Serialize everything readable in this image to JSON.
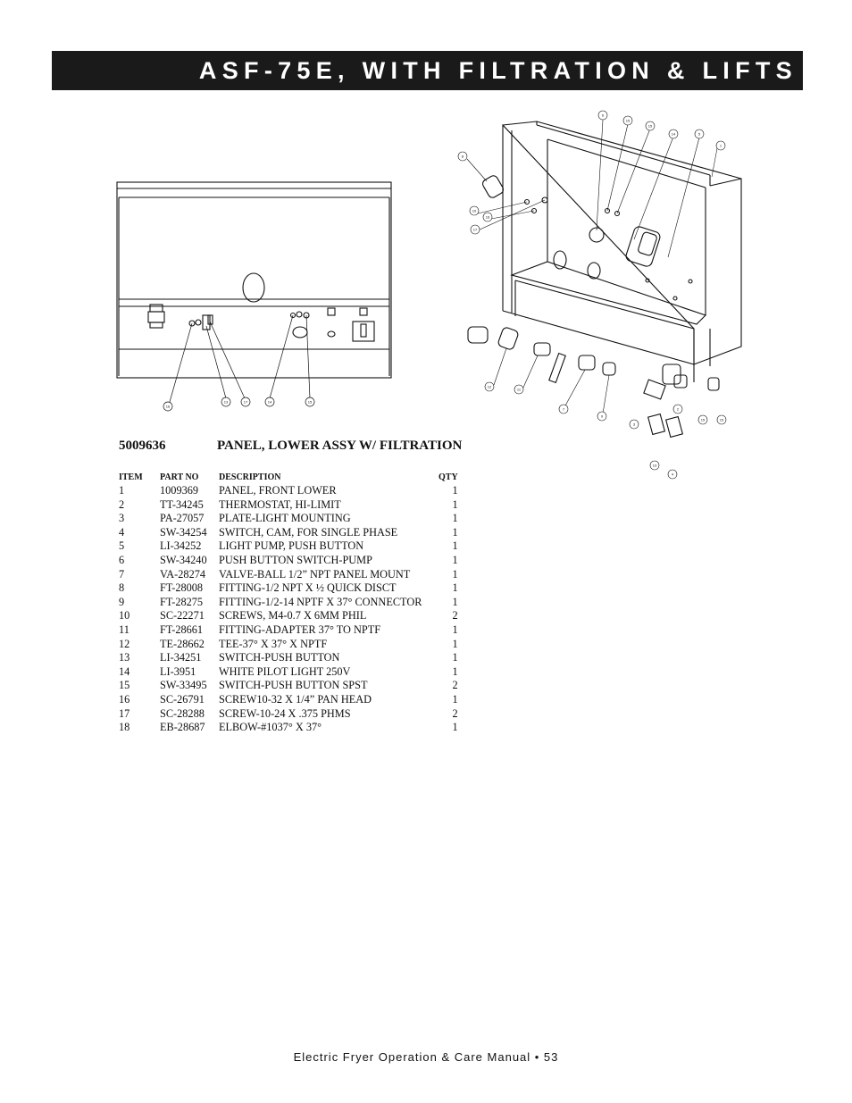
{
  "header": {
    "title": "ASF-75E, WITH FILTRATION & LIFTS"
  },
  "section": {
    "part_number": "5009636",
    "title": "PANEL, LOWER ASSY W/ FILTRATION"
  },
  "table": {
    "headers": [
      "ITEM",
      "PART NO",
      "DESCRIPTION",
      "QTY"
    ],
    "rows": [
      [
        "1",
        "1009369",
        "PANEL, FRONT LOWER",
        "1"
      ],
      [
        "2",
        "TT-34245",
        "THERMOSTAT, HI-LIMIT",
        "1"
      ],
      [
        "3",
        "PA-27057",
        "PLATE-LIGHT MOUNTING",
        "1"
      ],
      [
        "4",
        "SW-34254",
        "SWITCH, CAM, FOR SINGLE PHASE",
        "1"
      ],
      [
        "5",
        "LI-34252",
        "LIGHT PUMP, PUSH BUTTON",
        "1"
      ],
      [
        "6",
        "SW-34240",
        "PUSH BUTTON SWITCH-PUMP",
        "1"
      ],
      [
        "7",
        "VA-28274",
        "VALVE-BALL 1/2” NPT PANEL MOUNT",
        "1"
      ],
      [
        "8",
        "FT-28008",
        "FITTING-1/2 NPT X ½ QUICK DISCT",
        "1"
      ],
      [
        "9",
        "FT-28275",
        "FITTING-1/2-14 NPTF X 37° CONNECTOR",
        "1"
      ],
      [
        "10",
        "SC-22271",
        "SCREWS, M4-0.7 X 6MM PHIL",
        "2"
      ],
      [
        "11",
        "FT-28661",
        "FITTING-ADAPTER 37° TO NPTF",
        "1"
      ],
      [
        "12",
        "TE-28662",
        "TEE-37° X 37° X NPTF",
        "1"
      ],
      [
        "13",
        "LI-34251",
        "SWITCH-PUSH BUTTON",
        "1"
      ],
      [
        "14",
        "LI-3951",
        "WHITE PILOT LIGHT 250V",
        "1"
      ],
      [
        "15",
        "SW-33495",
        "SWITCH-PUSH BUTTON SPST",
        "2"
      ],
      [
        "16",
        "SC-26791",
        "SCREW10-32 X 1/4” PAN HEAD",
        "1"
      ],
      [
        "17",
        "SC-28288",
        "SCREW-10-24 X .375 PHMS",
        "2"
      ],
      [
        "18",
        "EB-28687",
        "ELBOW-#1037° X 37°",
        "1"
      ]
    ]
  },
  "callouts_left": [
    "16",
    "13",
    "17",
    "14",
    "15"
  ],
  "callouts_right": [
    "6",
    "15",
    "15",
    "14",
    "5",
    "1",
    "8",
    "10",
    "16",
    "17",
    "12",
    "11",
    "7",
    "9",
    "3",
    "2",
    "15",
    "15",
    "13",
    "4"
  ],
  "footer": {
    "text": "Electric Fryer Operation & Care Manual • 53"
  }
}
